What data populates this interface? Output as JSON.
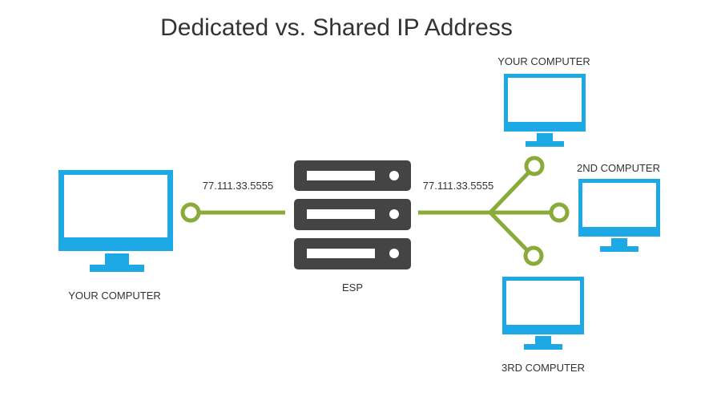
{
  "title": "Dedicated vs. Shared IP Address",
  "left_side": {
    "computer_label": "YOUR COMPUTER",
    "ip_address": "77.111.33.5555"
  },
  "server": {
    "label": "ESP"
  },
  "right_side": {
    "ip_address": "77.111.33.5555",
    "computers": [
      {
        "label": "YOUR COMPUTER"
      },
      {
        "label": "2ND COMPUTER"
      },
      {
        "label": "3RD COMPUTER"
      }
    ]
  },
  "colors": {
    "monitor_blue": "#1ca9e6",
    "connector_green": "#8aaa3a",
    "server_dark": "#444444",
    "text_dark": "#333333"
  }
}
